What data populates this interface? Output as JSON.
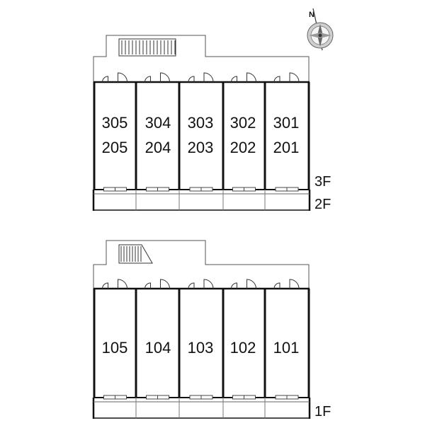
{
  "compass": {
    "label": "N"
  },
  "upper": {
    "units": [
      {
        "top": "305",
        "bottom": "205"
      },
      {
        "top": "304",
        "bottom": "204"
      },
      {
        "top": "303",
        "bottom": "203"
      },
      {
        "top": "302",
        "bottom": "202"
      },
      {
        "top": "301",
        "bottom": "201"
      }
    ],
    "floor_labels": [
      "3F",
      "2F"
    ]
  },
  "lower": {
    "units": [
      {
        "label": "105"
      },
      {
        "label": "104"
      },
      {
        "label": "103"
      },
      {
        "label": "102"
      },
      {
        "label": "101"
      }
    ],
    "floor_labels": [
      "1F"
    ]
  },
  "colors": {
    "line": "#111111",
    "thin": "#555555",
    "light": "#999999"
  }
}
